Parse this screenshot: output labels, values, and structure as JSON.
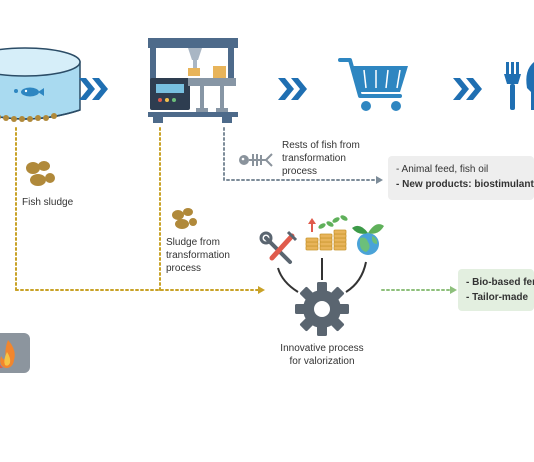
{
  "labels": {
    "fish_sludge": "Fish sludge",
    "sludge_transformation": [
      "Sludge from",
      "transformation",
      "process"
    ],
    "rests_of_fish": [
      "Rests of fish from",
      "transformation",
      "process"
    ],
    "innovative_process": [
      "Innovative process",
      "for valorization"
    ]
  },
  "outputs_grey": {
    "line1": "- Animal feed, fish oil",
    "line2": "- New products: biostimulants"
  },
  "outputs_green": {
    "line1": "- Bio-based fertilizers",
    "line2": "- Tailor-made"
  },
  "colors": {
    "arrow_blue": "#1f6fb2",
    "dotted_gold": "#c9a227",
    "dotted_grey": "#7d8c99",
    "dotted_green": "#8ec07c",
    "gear": "#5a6570",
    "fire_box": "#8c959e",
    "fish_tank": "#9fd3ec",
    "cart_blue": "#2e86c1"
  },
  "icons": [
    "fish-tank-icon",
    "factory-icon",
    "shopping-cart-icon",
    "cutlery-icon",
    "fish-skeleton-icon",
    "sludge-blob-icon",
    "tools-icon",
    "coins-plants-icon",
    "globe-leaf-icon",
    "gear-icon",
    "fire-icon"
  ]
}
